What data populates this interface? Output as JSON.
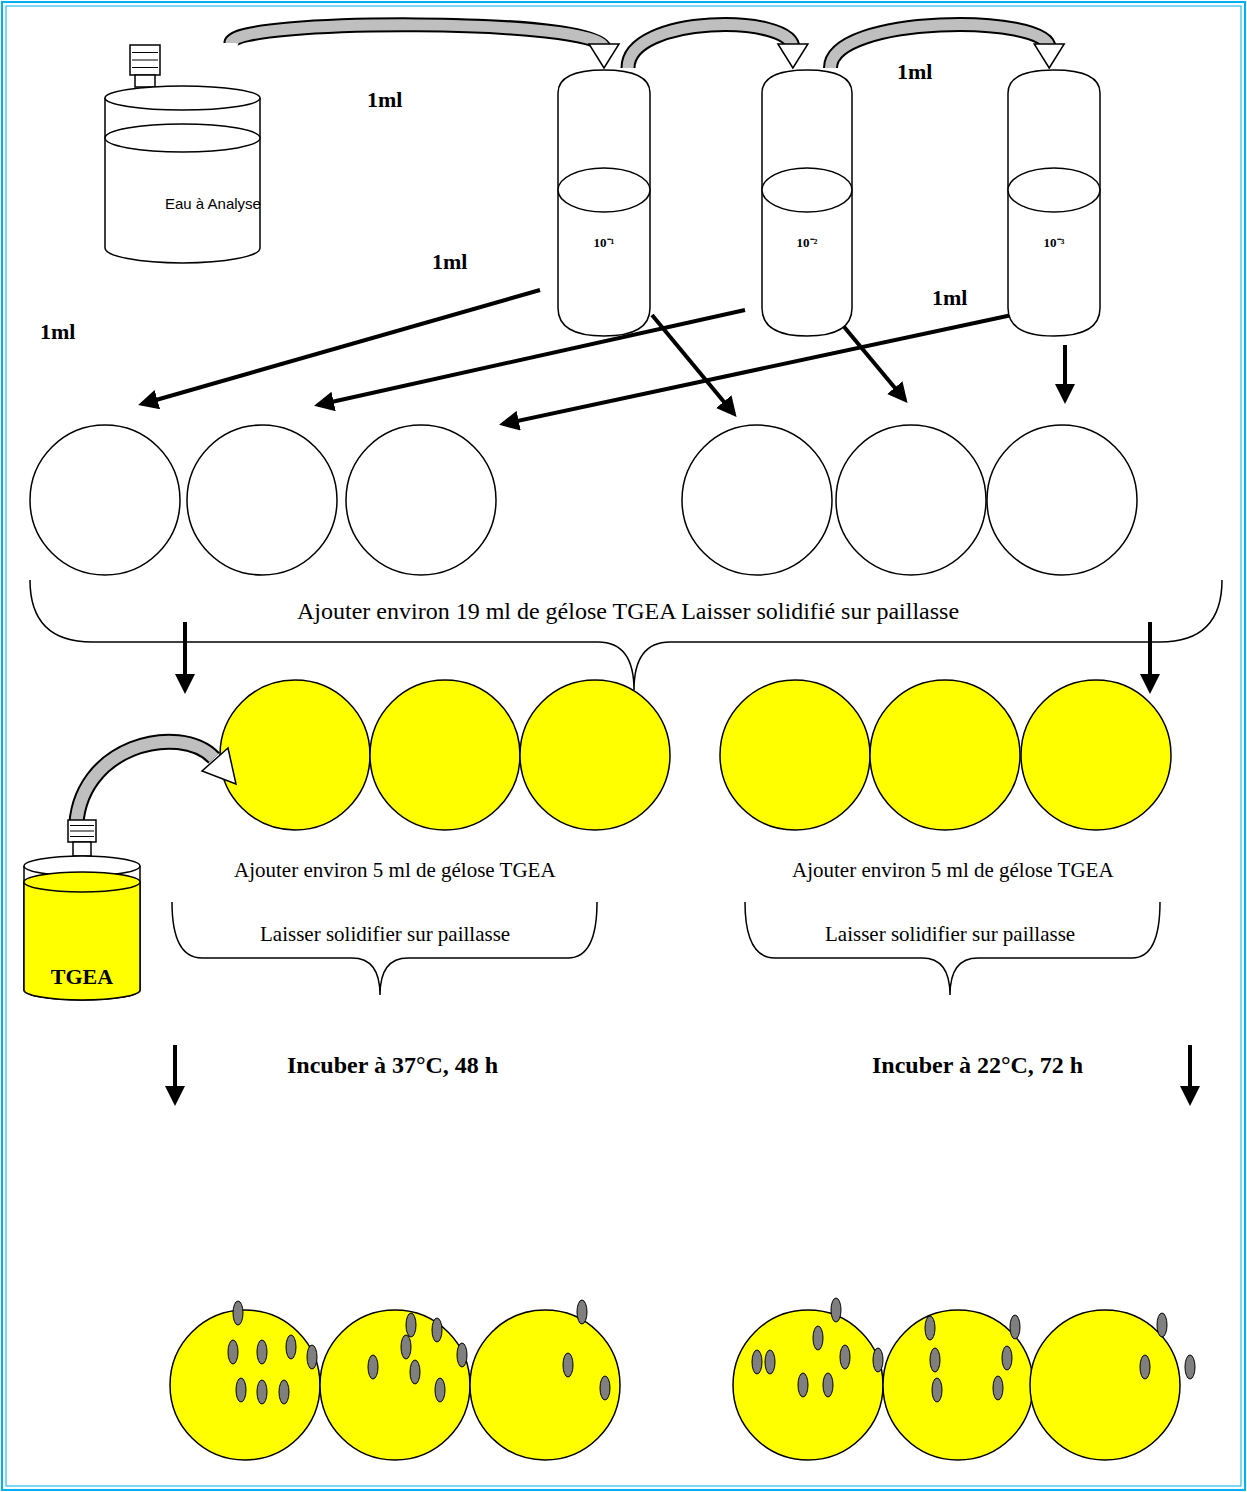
{
  "diagram": {
    "nodes": [
      {
        "text": [
          "Eau à Analyse"
        ]
      },
      {
        "text": [
          "10⁻¹"
        ]
      },
      {
        "text": [
          "10⁻²"
        ]
      },
      {
        "text": [
          "10⁻³"
        ]
      },
      {
        "text": [
          "TGEA"
        ]
      }
    ],
    "edges": [
      {
        "from": 0,
        "to": 1,
        "arrow": "to",
        "label": "1ml"
      },
      {
        "from": 1,
        "to": 2,
        "arrow": "to"
      },
      {
        "from": 2,
        "to": 3,
        "arrow": "to",
        "label": "1ml"
      }
    ],
    "labels": [
      "1ml",
      "1ml",
      "1ml",
      "Ajouter environ 19 ml de gélose TGEA Laisser solidifié sur paillasse",
      "Ajouter environ 5 ml de gélose TGEA",
      "Ajouter environ 5 ml de gélose TGEA",
      "Laisser solidifier sur paillasse",
      "Laisser solidifier sur paillasse",
      "Incuber à 37°C, 48 h",
      "Incuber à 22°C, 72 h"
    ]
  }
}
